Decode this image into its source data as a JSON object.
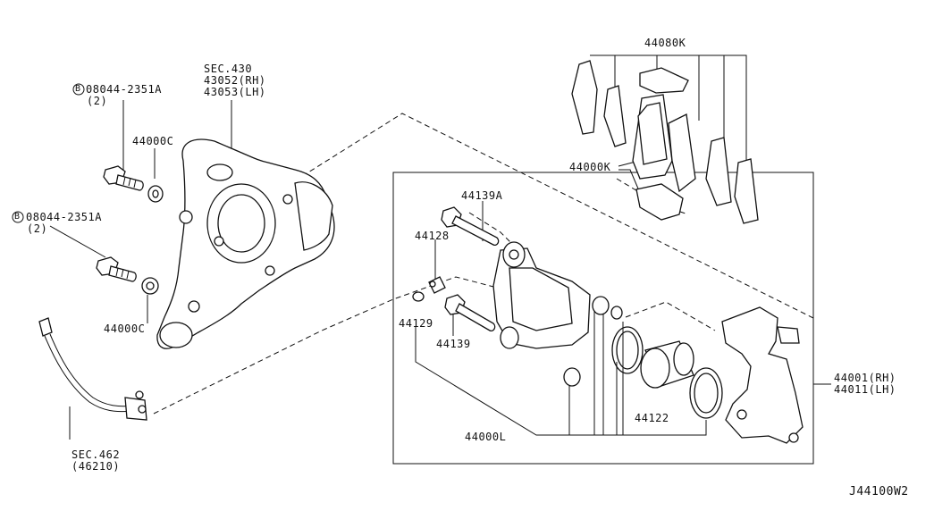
{
  "diagram": {
    "footer_code": "J44100W2",
    "labels": {
      "sec430": "SEC.430",
      "n43052": "43052(RH)",
      "n43053": "43053(LH)",
      "bolt_a_code": "08044-2351A",
      "bolt_a_qty": "(2)",
      "bolt_b_code": "08044-2351A",
      "bolt_b_qty": "(2)",
      "bolt_badge": "B",
      "washer_top": "44000C",
      "washer_bot": "44000C",
      "sec462": "SEC.462",
      "n46210": "(46210)",
      "n44080k": "44080K",
      "n44000k": "44000K",
      "n44139a": "44139A",
      "n44128": "44128",
      "n44129": "44129",
      "n44139": "44139",
      "n44122": "44122",
      "n44000l": "44000L",
      "n44001": "44001(RH)",
      "n44011": "44011(LH)"
    }
  }
}
